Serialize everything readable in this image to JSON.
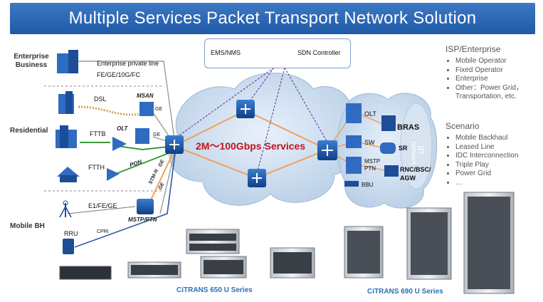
{
  "title": "Multiple Services Packet Transport Network Solution",
  "management": {
    "ems": "EMS/NMS",
    "sdn": "SDN Controller"
  },
  "groups": {
    "enterprise": "Enterprise\nBusiness",
    "residential": "Residential",
    "mobile": "Mobile BH"
  },
  "left_labels": {
    "enterprise_line": "Enterprise private line",
    "enterprise_ifaces": "FE/GE/10G/FC",
    "dsl": "DSL",
    "msan": "MSAN",
    "ge1": "GE",
    "fttb": "FTTB",
    "olt": "OLT",
    "ge2": "GE",
    "ftth": "FTTH",
    "pon": "PON",
    "stm": "STM-N",
    "ge3": "GE",
    "ge4": "GE",
    "e1": "E1/FE/GE",
    "mstp": "MSTP/PTN",
    "rru": "RRU",
    "cpri": "CPRI"
  },
  "core": {
    "services": "2M～100Gbps Services"
  },
  "right_cloud": {
    "olt": "OLT",
    "sw": "SW",
    "mstp": "MSTP\nPTN",
    "bbu": "BBU",
    "bras": "BRAS",
    "sr": "SR",
    "rnc": "RNC/BSC/\nAGW",
    "ip": "IP",
    "network": "Network"
  },
  "isp": {
    "heading": "ISP/Enterprise",
    "items": [
      "Mobile Operator",
      "Fixed Operator",
      "Enterprise",
      "Other：Power Grid，Transportation, etc."
    ]
  },
  "scenario": {
    "heading": "Scenario",
    "items": [
      "Mobile Backhaul",
      "Leased Line",
      "IDC Interconnection",
      "Triple Play",
      "Power Grid",
      "…"
    ]
  },
  "series": {
    "s650": "CiTRANS 650 U Series",
    "s690": "CiTRANS 690 U Series"
  },
  "colors": {
    "banner": "#2a65b3",
    "services_text": "#c0151b",
    "orange_link": "#f0a05a",
    "green_link": "#3a9a3a",
    "purple_dash": "#5a2a9a",
    "series_text": "#2a6fb8"
  }
}
